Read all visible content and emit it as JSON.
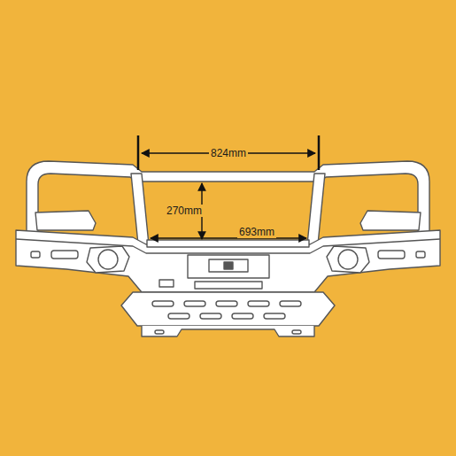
{
  "diagram": {
    "labels": [
      "824mm",
      "270mm",
      "693mm"
    ]
  }
}
